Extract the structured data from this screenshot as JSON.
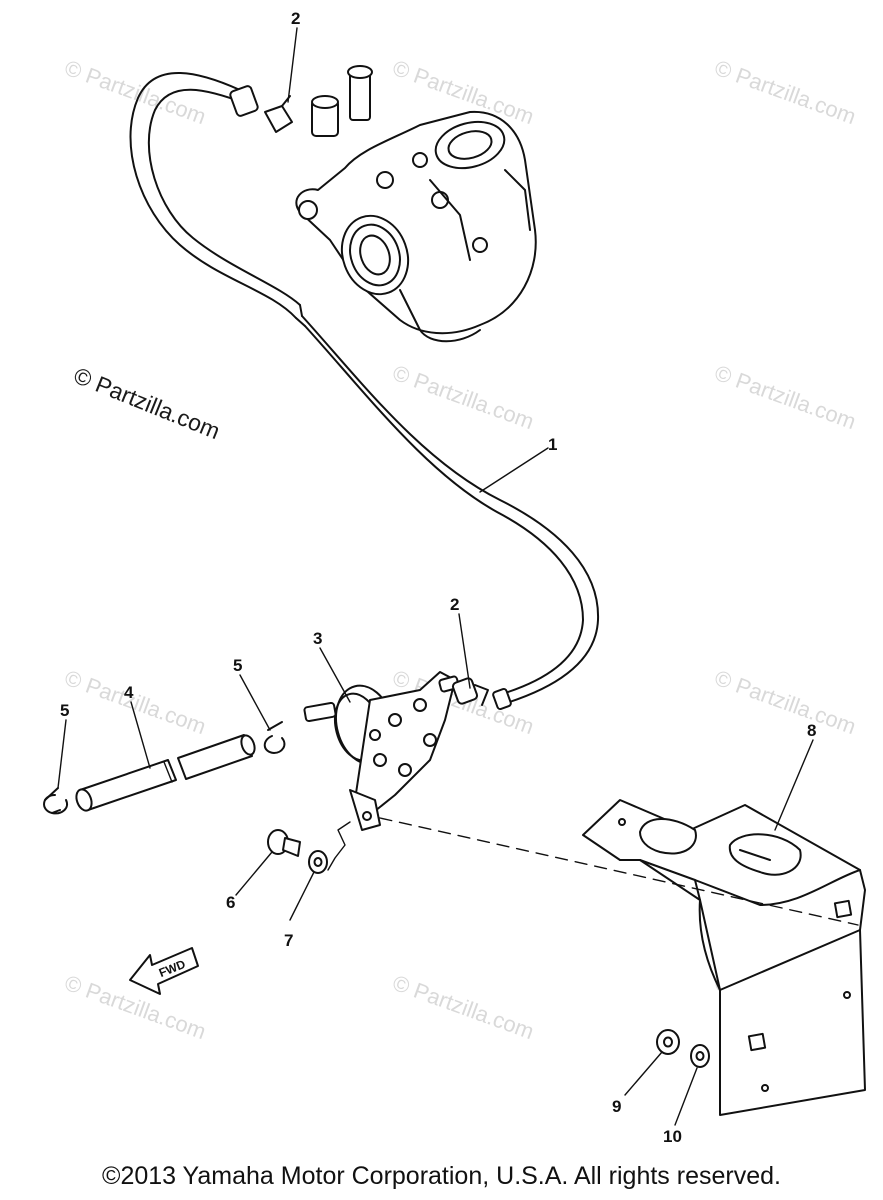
{
  "watermark": "© Partzilla.com",
  "callouts": {
    "hose": "1",
    "clip_top": "2",
    "clip_right": "2",
    "fuel_pump": "3",
    "pipe": "4",
    "clip_left": "5",
    "clip_mid": "5",
    "bolt": "6",
    "washer_left": "7",
    "bracket": "8",
    "nut": "9",
    "washer_right": "10"
  },
  "fwd_label": "FWD",
  "copyright": "©2013 Yamaha Motor Corporation, U.S.A. All rights reserved."
}
